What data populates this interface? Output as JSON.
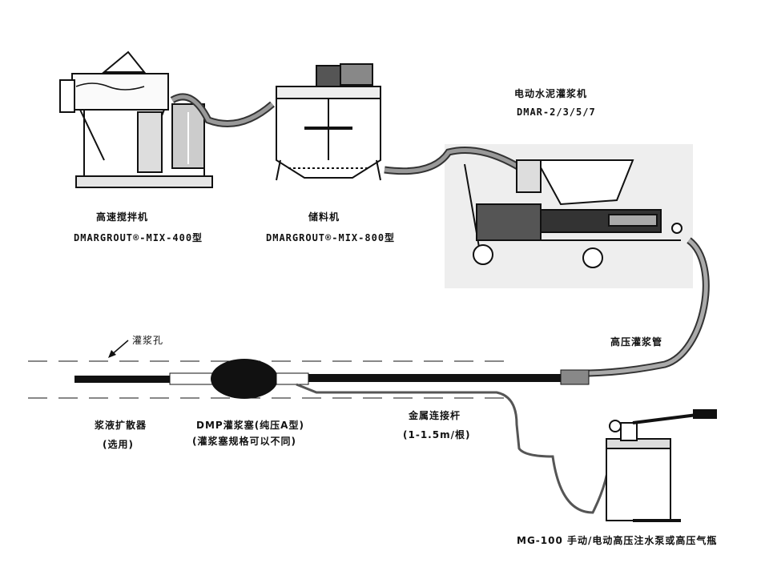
{
  "mixer": {
    "name": "高速搅拌机",
    "model": "DMARGROUT®-MIX-400型"
  },
  "tank": {
    "name": "储料机",
    "model": "DMARGROUT®-MIX-800型"
  },
  "grout_pump": {
    "name": "电动水泥灌浆机",
    "model": "DMAR-2/3/5/7"
  },
  "hose": {
    "name": "高压灌浆管"
  },
  "hole": {
    "name": "灌浆孔"
  },
  "diffuser": {
    "name": "浆液扩散器",
    "note": "(选用)"
  },
  "packer": {
    "name": "DMP灌浆塞(纯压A型)",
    "note": "(灌浆塞规格可以不同)"
  },
  "rod": {
    "name": "金属连接杆",
    "note": "(1-1.5m/根)"
  },
  "water_pump": {
    "name": "MG-100 手动/电动高压注水泵或高压气瓶"
  }
}
